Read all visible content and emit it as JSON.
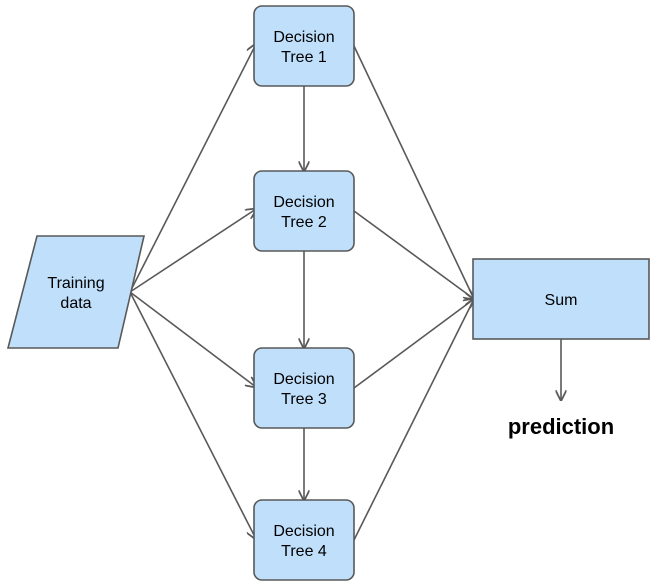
{
  "colors": {
    "node_fill": "#bfdffb",
    "node_stroke": "#595959",
    "edge": "#595959",
    "text": "#000000"
  },
  "nodes": {
    "training": {
      "line1": "Training",
      "line2": "data"
    },
    "tree1": {
      "line1": "Decision",
      "line2": "Tree 1"
    },
    "tree2": {
      "line1": "Decision",
      "line2": "Tree 2"
    },
    "tree3": {
      "line1": "Decision",
      "line2": "Tree 3"
    },
    "tree4": {
      "line1": "Decision",
      "line2": "Tree 4"
    },
    "sum": {
      "label": "Sum"
    }
  },
  "output": {
    "label": "prediction"
  }
}
